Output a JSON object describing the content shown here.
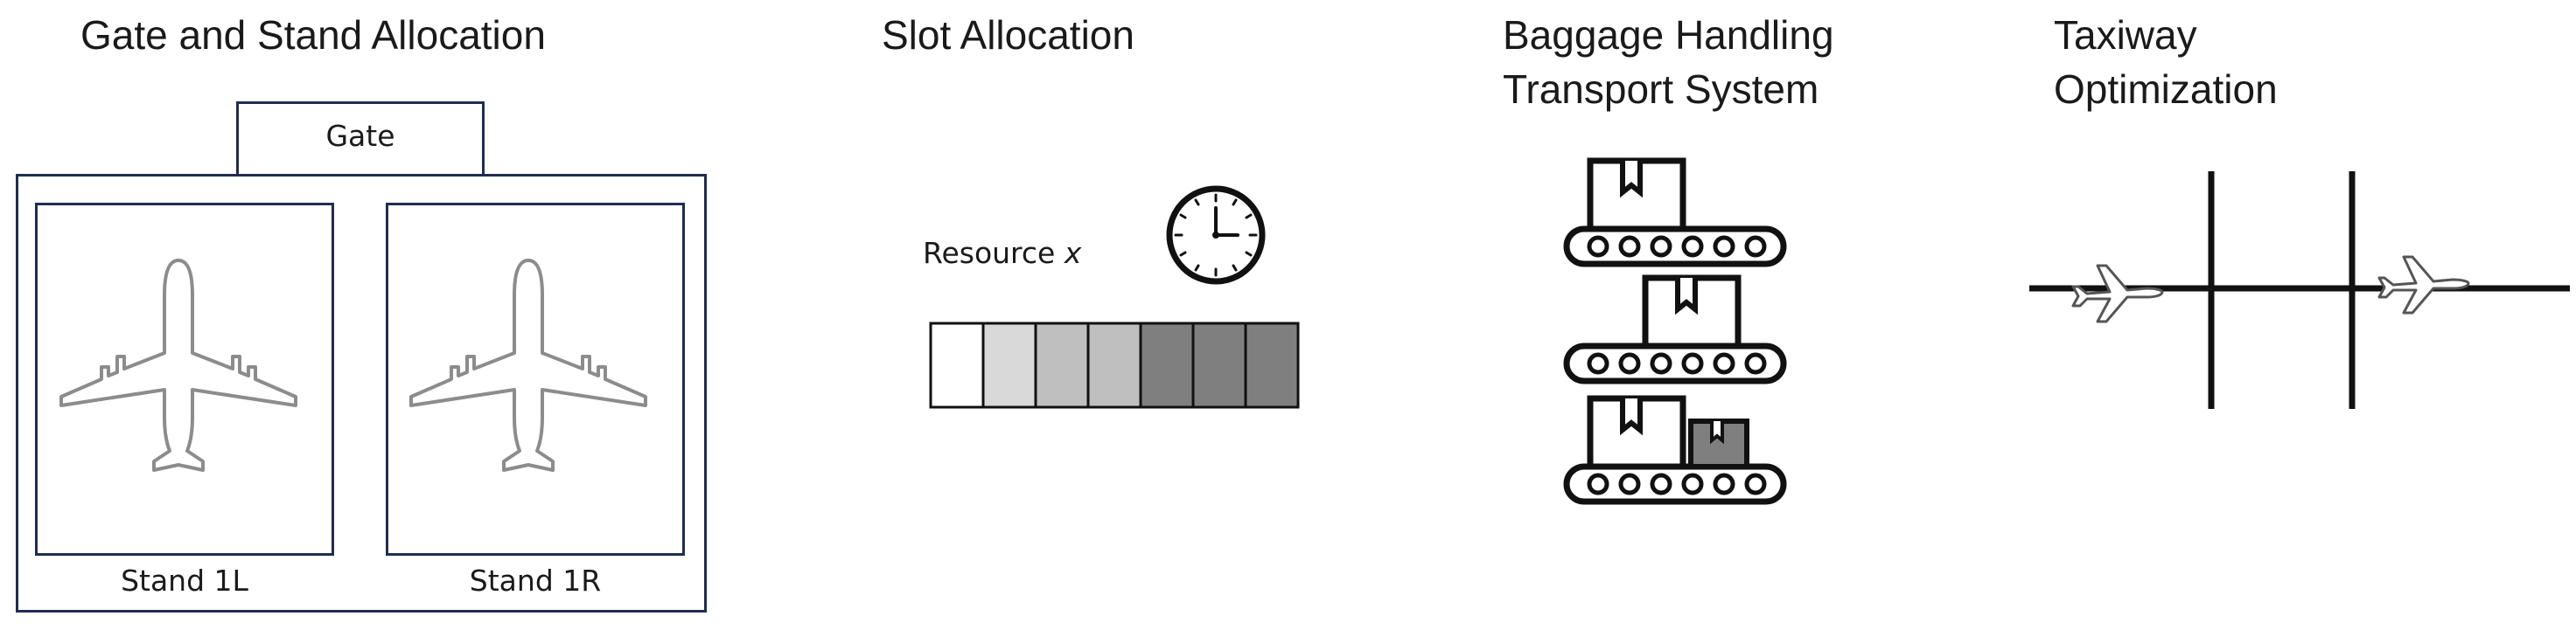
{
  "sections": {
    "gate_stand": {
      "title": "Gate and Stand Allocation",
      "gate_label": "Gate",
      "stands": [
        {
          "label": "Stand 1L"
        },
        {
          "label": "Stand 1R"
        }
      ]
    },
    "slot": {
      "title": "Slot Allocation",
      "resource_label": "Resource",
      "resource_var": "x",
      "icons": [
        "clock-icon"
      ],
      "slot_colors": [
        "#ffffff",
        "#d9d9d9",
        "#bfbfbf",
        "#bfbfbf",
        "#7f7f7f",
        "#7f7f7f",
        "#7f7f7f"
      ]
    },
    "baggage": {
      "title_line1": "Baggage Handling",
      "title_line2": "Transport System",
      "icons": [
        "conveyor-belt-icon",
        "package-icon"
      ],
      "accent": "#7f7f7f"
    },
    "taxiway": {
      "title_line1": "Taxiway",
      "title_line2": "Optimization",
      "icons": [
        "airplane-icon"
      ]
    }
  }
}
